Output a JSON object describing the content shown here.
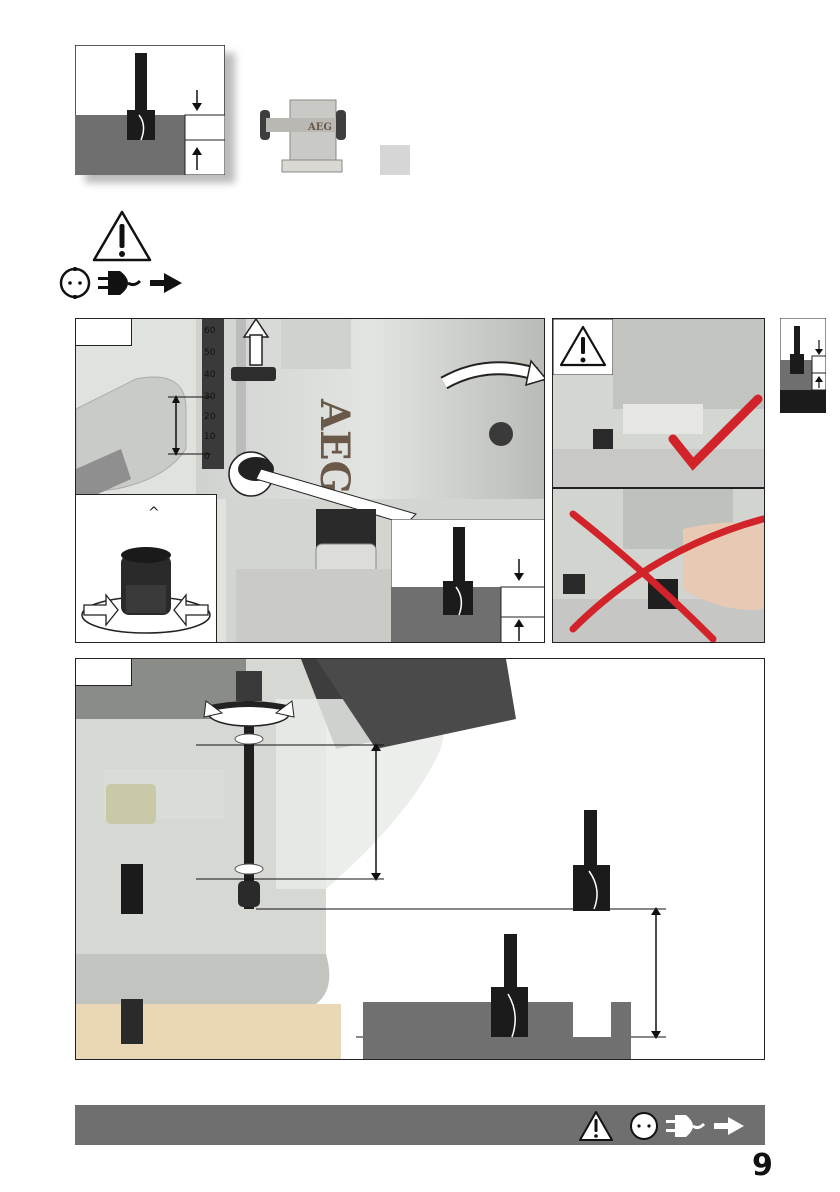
{
  "brand": {
    "logo_text": "AEG"
  },
  "depth_scale": {
    "ticks": [
      "60",
      "50",
      "40",
      "30",
      "20",
      "10",
      "0"
    ]
  },
  "inset": {
    "caret_mark": "^"
  },
  "page": {
    "number": "9"
  },
  "colors": {
    "check_mark": "#d2232a",
    "cross_mark": "#d2232a",
    "footer_bar": "#6f6f6f",
    "cutter_black": "#1b1b1b",
    "workpiece_gray": "#707070"
  },
  "icons": [
    "warning-icon",
    "socket-icon",
    "unplug-icon",
    "arrow-icon",
    "check-icon",
    "cross-icon"
  ]
}
